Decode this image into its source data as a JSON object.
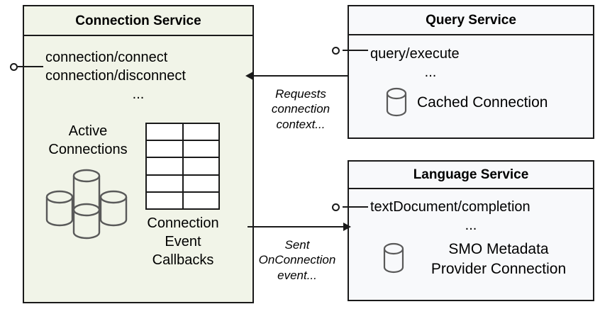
{
  "diagram": {
    "title_hidden": "",
    "colors": {
      "connection_service_fill": "#f1f4e8",
      "service_fill": "#f8f9fb",
      "stroke": "#1a1a1a",
      "icon_stroke": "#595959",
      "text": "#000000"
    }
  },
  "connection_service": {
    "title": "Connection Service",
    "endpoints": [
      "connection/connect",
      "connection/disconnect",
      "..."
    ],
    "active_connections_label_line1": "Active",
    "active_connections_label_line2": "Connections",
    "callbacks_label_line1": "Connection",
    "callbacks_label_line2": "Event",
    "callbacks_label_line3": "Callbacks",
    "table": {
      "rows": 5,
      "columns": 2
    },
    "cylinder_count": 4,
    "interface_name": "provided-interface"
  },
  "query_service": {
    "title": "Query Service",
    "endpoints": [
      "query/execute",
      "..."
    ],
    "resource_label": "Cached Connection",
    "interface_name": "provided-interface"
  },
  "language_service": {
    "title": "Language Service",
    "endpoints": [
      "textDocument/completion",
      "..."
    ],
    "resource_label_line1": "SMO Metadata",
    "resource_label_line2": "Provider Connection",
    "interface_name": "provided-interface"
  },
  "edges": [
    {
      "id": "query-to-connection",
      "from": "Query Service",
      "to": "Connection Service",
      "direction": "left",
      "label_line1": "Requests",
      "label_line2": "connection",
      "label_line3": "context..."
    },
    {
      "id": "connection-to-language",
      "from": "Connection Service",
      "to": "Language Service",
      "direction": "right",
      "label_line1": "Sent",
      "label_line2": "OnConnection",
      "label_line3": "event..."
    }
  ]
}
